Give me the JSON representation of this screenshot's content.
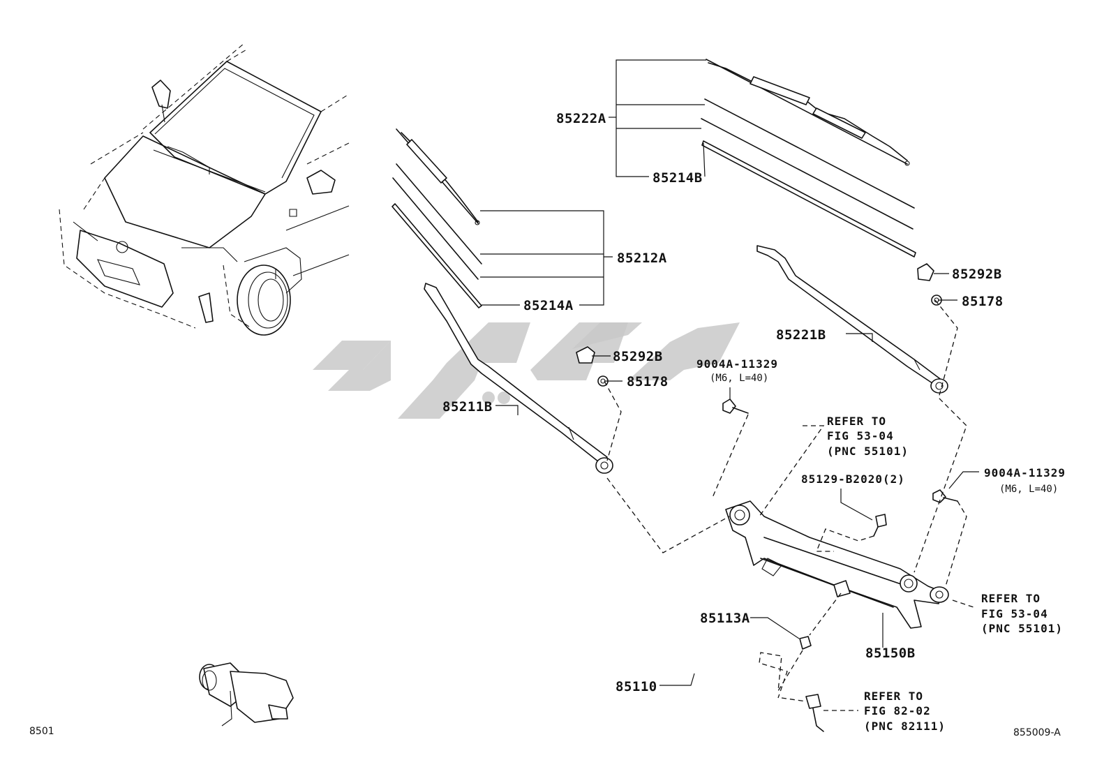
{
  "diagram": {
    "parts": {
      "p85222A": "85222A",
      "p85214B": "85214B",
      "p85212A": "85212A",
      "p85214A": "85214A",
      "p85292B_right": "85292B",
      "p85178_right": "85178",
      "p85221B": "85221B",
      "p85292B_left": "85292B",
      "p85178_left": "85178",
      "p85211B": "85211B",
      "bolt_left": "9004A-11329",
      "bolt_left_spec": "(M6, L=40)",
      "bolt_right": "9004A-11329",
      "bolt_right_spec": "(M6, L=40)",
      "p85129": "85129-B2020(2)",
      "p85113A": "85113A",
      "p85150B": "85150B",
      "p85110": "85110"
    },
    "refs": {
      "ref_top": [
        "REFER TO",
        "FIG 53-04",
        "(PNC 55101)"
      ],
      "ref_right": [
        "REFER TO",
        "FIG 53-04",
        "(PNC 55101)"
      ],
      "ref_bottom": [
        "REFER TO",
        "FIG 82-02",
        "(PNC 82111)"
      ]
    },
    "page_code": "8501",
    "figure_code": "855009-A"
  }
}
